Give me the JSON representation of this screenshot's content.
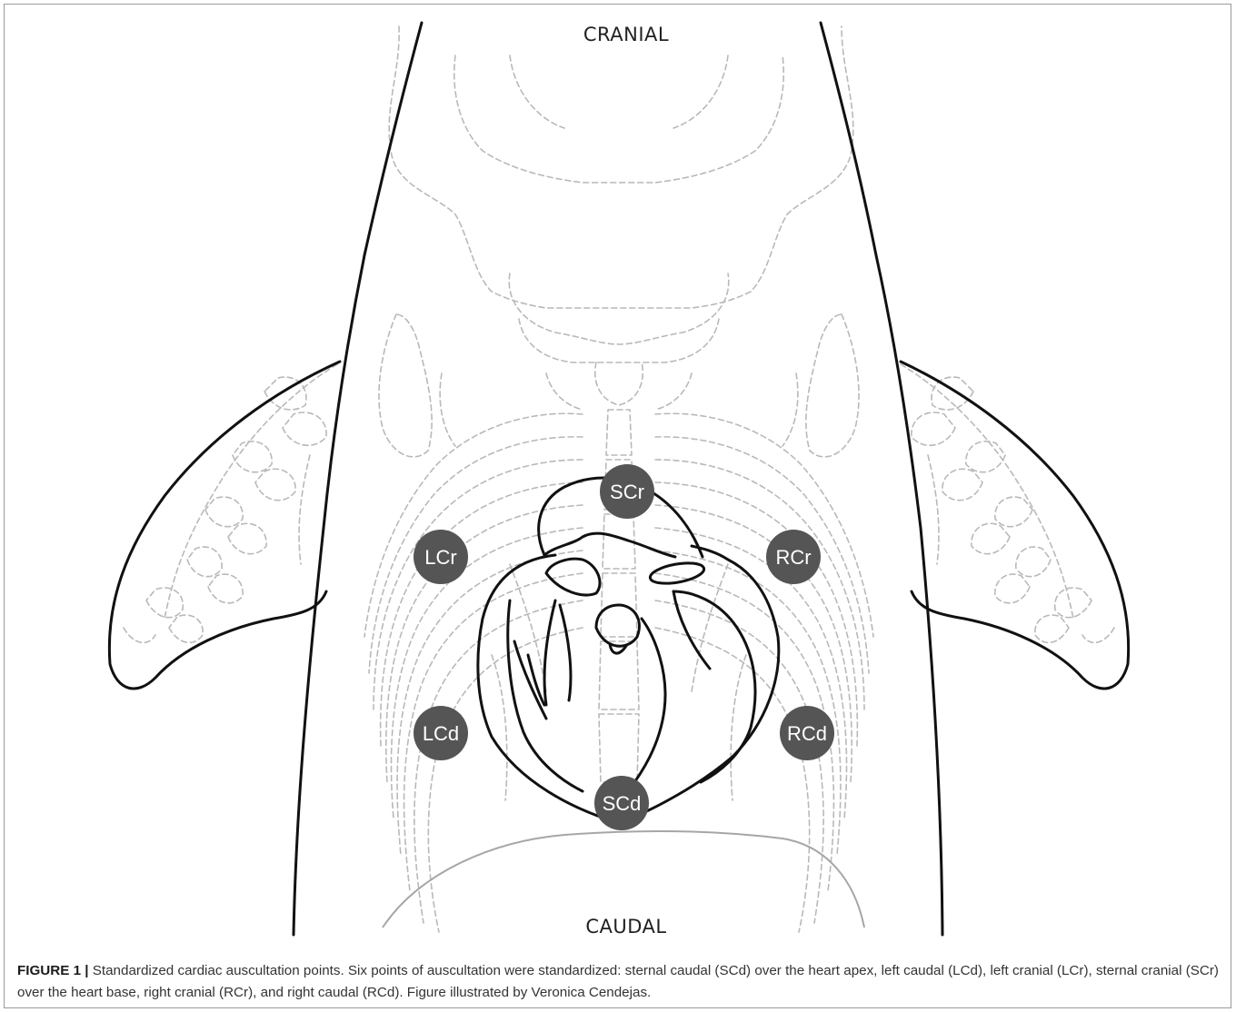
{
  "diagram": {
    "orientation": {
      "top": "CRANIAL",
      "bottom": "CAUDAL"
    },
    "points": [
      {
        "id": "scr",
        "label": "SCr"
      },
      {
        "id": "lcr",
        "label": "LCr"
      },
      {
        "id": "rcr",
        "label": "RCr"
      },
      {
        "id": "lcd",
        "label": "LCd"
      },
      {
        "id": "rcd",
        "label": "RCd"
      },
      {
        "id": "scd",
        "label": "SCd"
      }
    ],
    "point_color": "#555555",
    "point_text_color": "#ffffff"
  },
  "caption": {
    "figure_label": "FIGURE 1 |",
    "text": "Standardized cardiac auscultation points. Six points of auscultation were standardized: sternal caudal (SCd) over the heart apex, left caudal (LCd), left cranial (LCr), sternal cranial (SCr) over the heart base, right cranial (RCr), and right caudal (RCd). Figure illustrated by Veronica Cendejas."
  }
}
